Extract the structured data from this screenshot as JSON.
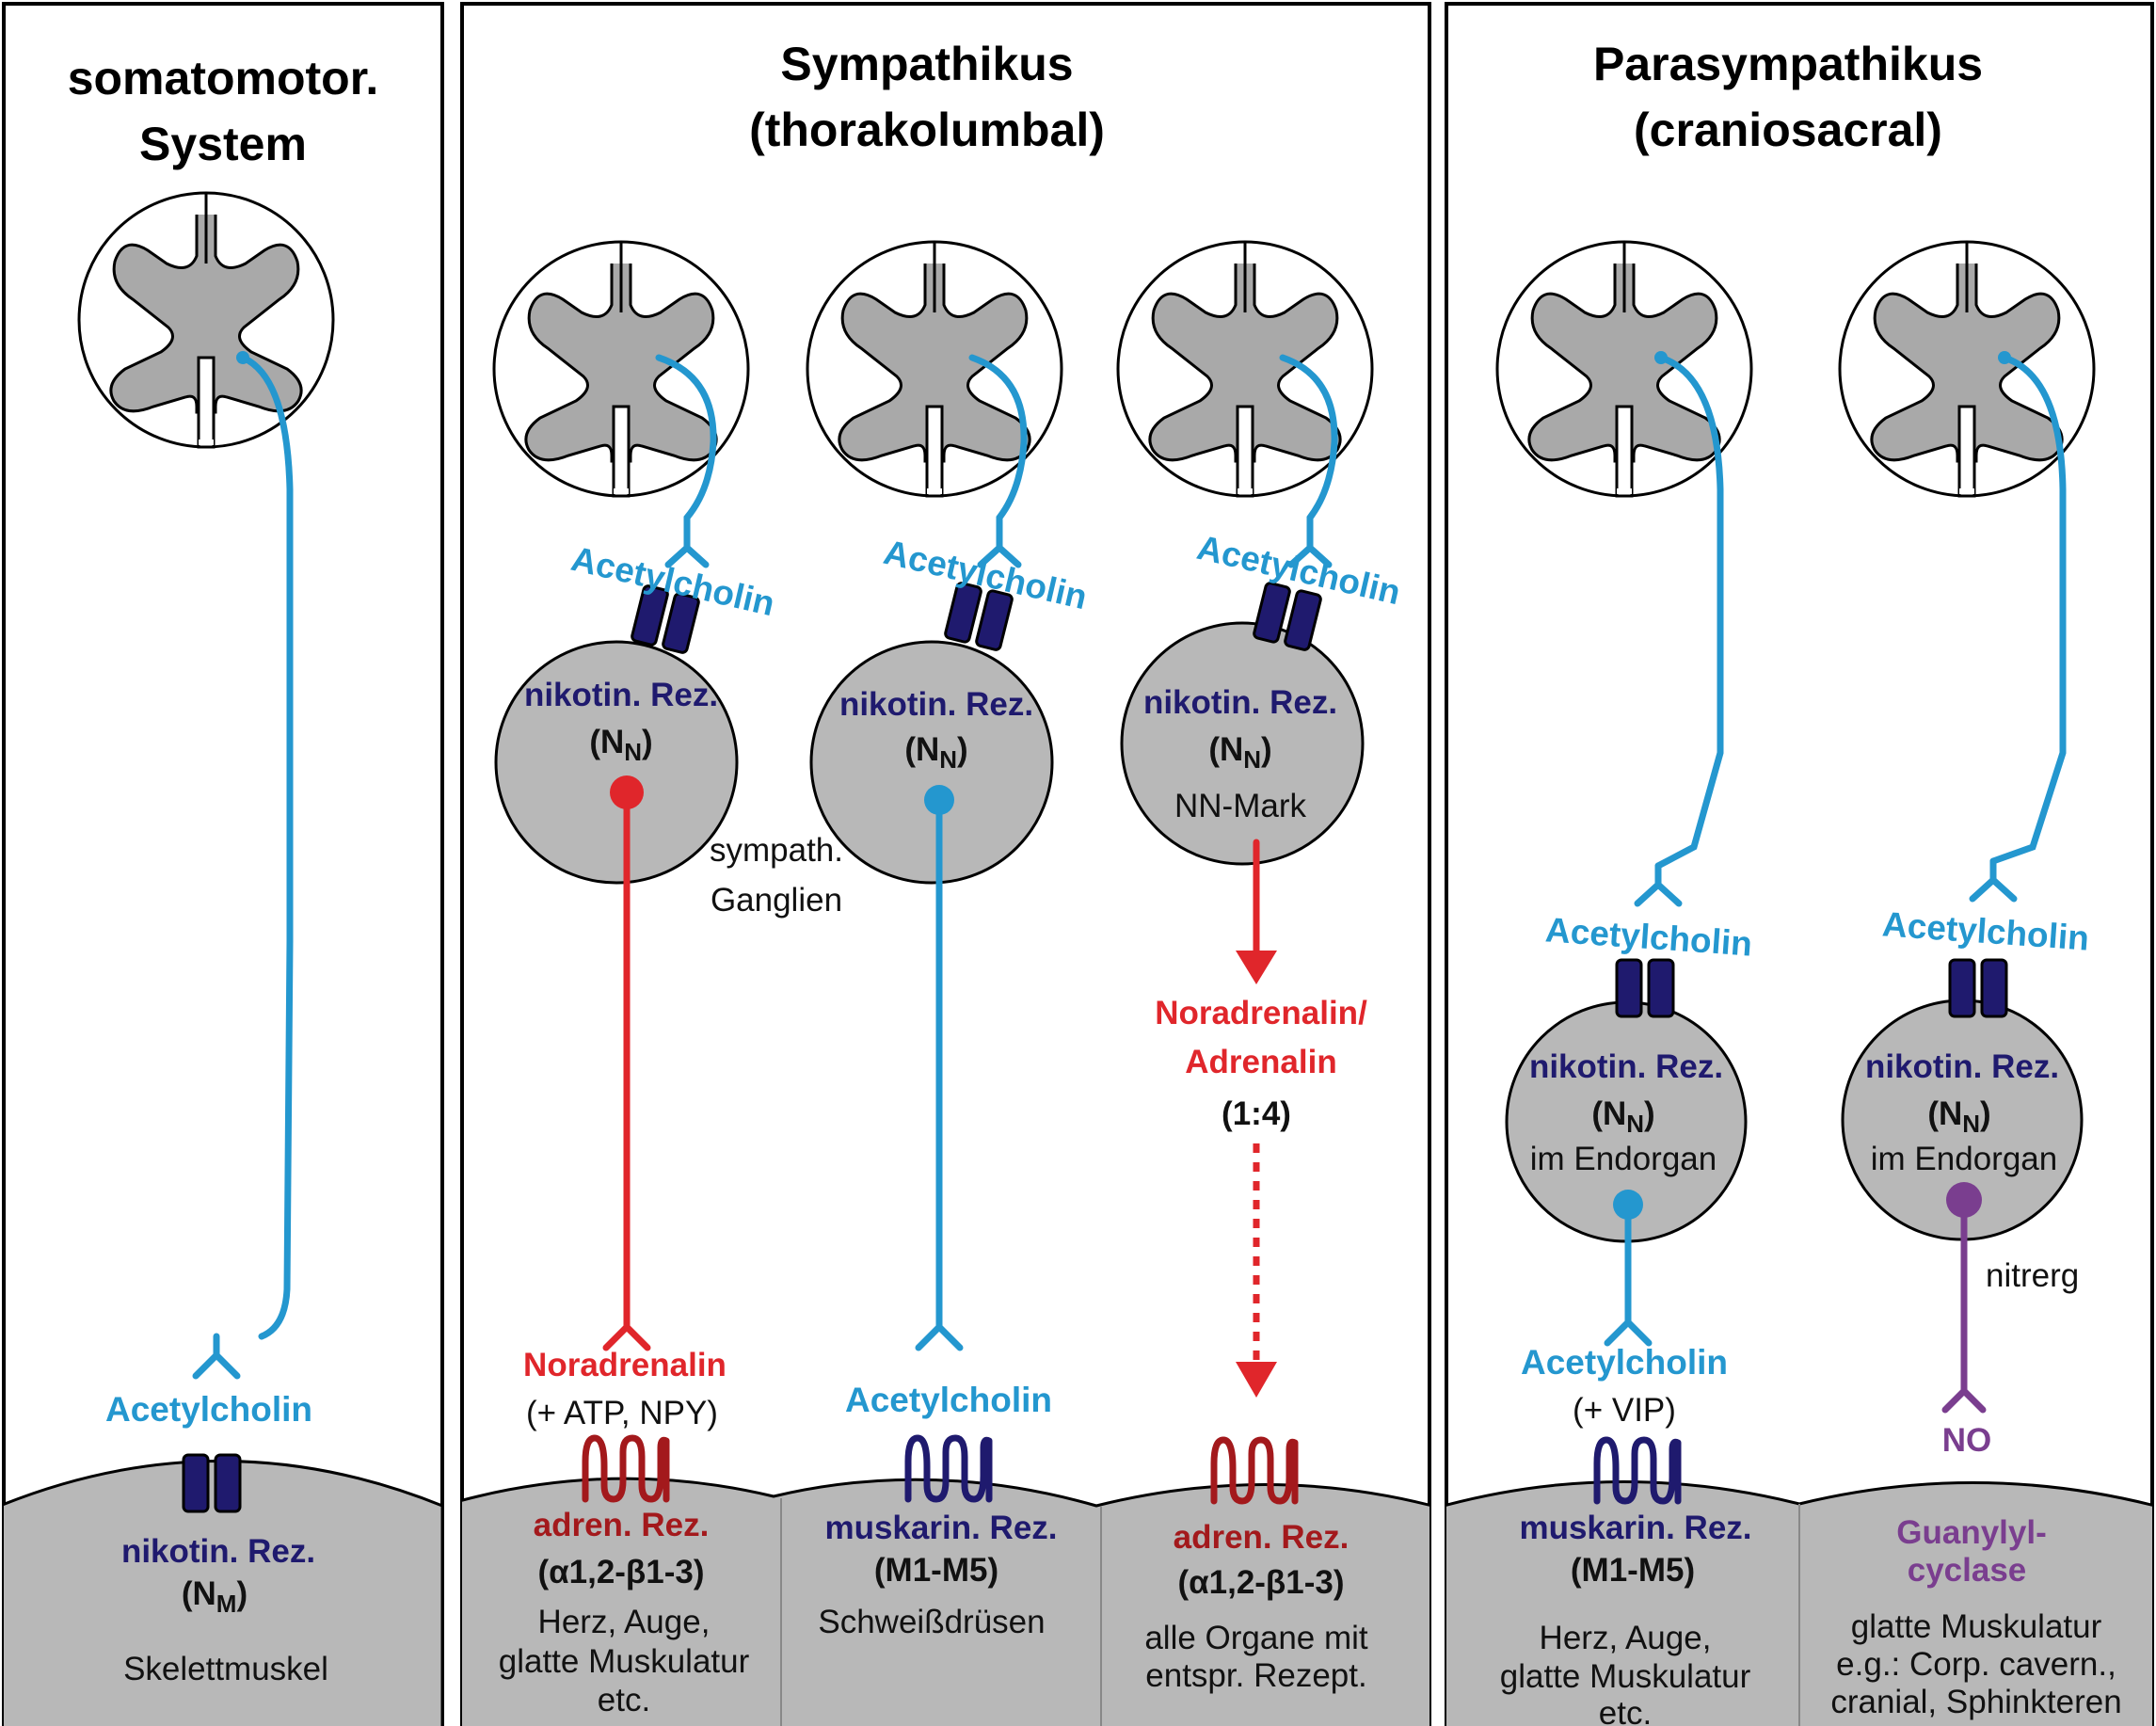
{
  "colors": {
    "acetylcholine_blue": "#2497cf",
    "receptor_navy": "#1f1a6e",
    "adrenergic_darkred": "#a3191c",
    "noradrenaline_red": "#e0262b",
    "nitrergic_purple": "#7a3e8f",
    "cell_gray": "#b8b8b8"
  },
  "panels": {
    "somatic": {
      "title_line1": "somatomotor.",
      "title_line2": "System",
      "transmitter": "Acetylcholin",
      "receptor_name": "nikotin. Rez.",
      "receptor_type": "(N",
      "receptor_sub": "M",
      "receptor_close": ")",
      "target": "Skelettmuskel"
    },
    "sympathetic": {
      "title": "Sympathikus",
      "subtitle": "(thorakolumbal)",
      "ganglion_label_1": "sympath.",
      "ganglion_label_2": "Ganglien",
      "columns": [
        {
          "pre_transmitter": "Acetylcholin",
          "ganglion_receptor": "nikotin. Rez.",
          "ganglion_type": "(N",
          "ganglion_sub": "N",
          "ganglion_close": ")",
          "post_transmitter": "Noradrenalin",
          "post_cotransmitter": "(+ ATP, NPY)",
          "effector_receptor": "adren. Rez.",
          "effector_receptor_sub": "(α1,2-β1-3)",
          "targets": [
            "Herz, Auge,",
            "glatte Muskulatur",
            "etc."
          ]
        },
        {
          "pre_transmitter": "Acetylcholin",
          "ganglion_receptor": "nikotin. Rez.",
          "ganglion_type": "(N",
          "ganglion_sub": "N",
          "ganglion_close": ")",
          "post_transmitter": "Acetylcholin",
          "effector_receptor": "muskarin. Rez.",
          "effector_receptor_sub": "(M1-M5)",
          "targets": [
            "Schweißdrüsen"
          ]
        },
        {
          "pre_transmitter": "Acetylcholin",
          "ganglion_receptor": "nikotin. Rez.",
          "ganglion_type": "(N",
          "ganglion_sub": "N",
          "ganglion_close": ")",
          "ganglion_note": "NN-Mark",
          "hormone_line1": "Noradrenalin/",
          "hormone_line2": "Adrenalin",
          "hormone_ratio": "(1:4)",
          "effector_receptor": "adren. Rez.",
          "effector_receptor_sub": "(α1,2-β1-3)",
          "targets": [
            "alle Organe mit",
            "entspr. Rezept."
          ]
        }
      ]
    },
    "parasympathetic": {
      "title": "Parasympathikus",
      "subtitle": "(craniosacral)",
      "columns": [
        {
          "pre_transmitter": "Acetylcholin",
          "ganglion_receptor": "nikotin. Rez.",
          "ganglion_type": "(N",
          "ganglion_sub": "N",
          "ganglion_close": ")",
          "ganglion_note": "im Endorgan",
          "post_transmitter": "Acetylcholin",
          "post_cotransmitter": "(+ VIP)",
          "effector_receptor": "muskarin. Rez.",
          "effector_receptor_sub": "(M1-M5)",
          "targets": [
            "Herz, Auge,",
            "glatte Muskulatur",
            "etc."
          ]
        },
        {
          "pre_transmitter": "Acetylcholin",
          "ganglion_receptor": "nikotin. Rez.",
          "ganglion_type": "(N",
          "ganglion_sub": "N",
          "ganglion_close": ")",
          "ganglion_note": "im Endorgan",
          "post_label": "nitrerg",
          "post_transmitter": "NO",
          "effector_line1": "Guanylyl-",
          "effector_line2": "cyclase",
          "targets": [
            "glatte Muskulatur",
            "e.g.: Corp. cavern.,",
            "cranial, Sphinkteren"
          ]
        }
      ]
    }
  }
}
